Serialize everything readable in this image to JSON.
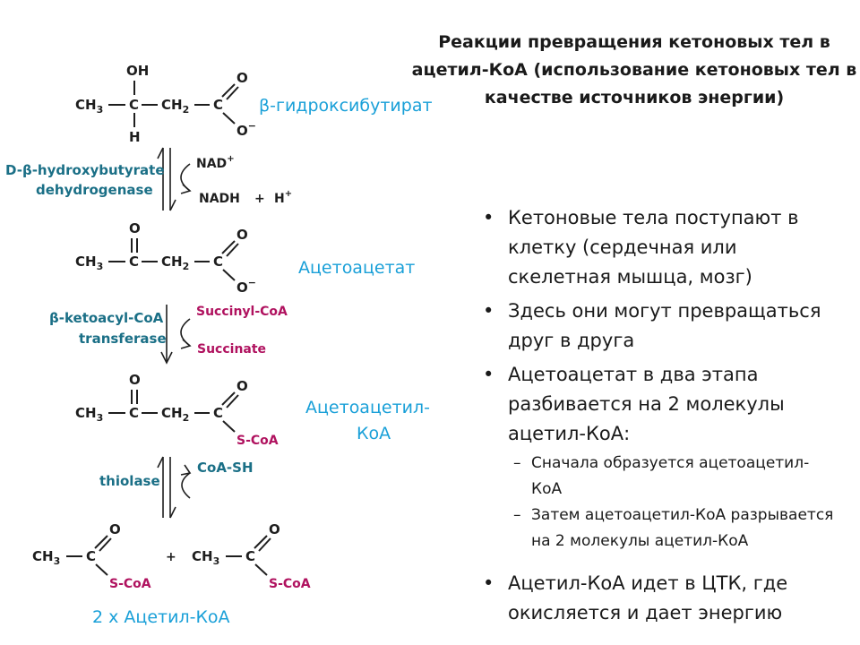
{
  "title": "Реакции превращения кетоновых тел в ацетил-КоА (использование кетоновых тел в качестве источников энергии)",
  "molecules": {
    "hydroxybutyrate": "β-гидроксибутират",
    "acetoacetate": "Ацетоацетат",
    "acetoacetyl_line1": "Ацетоацетил-",
    "acetoacetyl_line2": "КоА",
    "product": "2 х Ацетил-КоА"
  },
  "atoms": {
    "ch3": "CH",
    "ch2": "CH",
    "c": "C",
    "o": "O",
    "oh": "OH",
    "h": "H",
    "o_minus": "O",
    "minus": "−",
    "s_coa": "S-CoA",
    "sub3": "3",
    "sub2": "2",
    "plus": "+"
  },
  "enzymes": {
    "e1_line1": "D-β-hydroxybutyrate",
    "e1_line2": "dehydrogenase",
    "e2_line1": "β-ketoacyl-CoA",
    "e2_line2": "transferase",
    "e3": "thiolase"
  },
  "cofactors": {
    "nad": "NAD",
    "nad_sup": "+",
    "nadh": "NADH",
    "plus": "+",
    "h": "H",
    "h_sup": "+",
    "succinyl": "Succinyl-CoA",
    "succinate": "Succinate",
    "coash": "CoA-SH"
  },
  "bullets": [
    "Кетоновые тела поступают в клетку (сердечная или скелетная мышца, мозг)",
    "Здесь они могут превращаться друг в друга",
    "Ацетоацетат в два этапа разбивается на 2 молекулы ацетил-КоА:",
    "Ацетил-КоА идет в ЦТК, где окисляется и дает энергию"
  ],
  "sub_bullets": [
    "Сначала образуется ацетоацетил-КоА",
    "Затем ацетоацетил-КоА разрывается на 2 молекулы ацетил-КоА"
  ],
  "colors": {
    "enzyme": "#1a6f86",
    "cofactor_magenta": "#b0125f",
    "name_cyan": "#1aa0d8",
    "text": "#1a1a1a"
  }
}
